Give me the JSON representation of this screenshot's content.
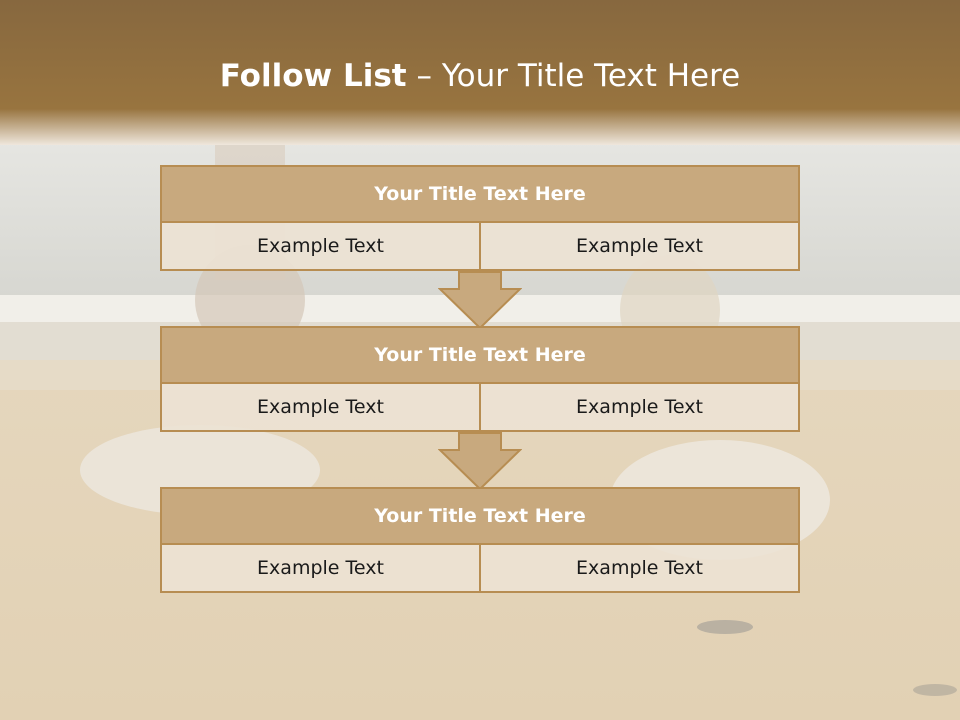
{
  "slide": {
    "title_bold": "Follow List",
    "title_rest": " – Your Title Text Here"
  },
  "colors": {
    "header_brown": "#8a6a40",
    "block_title": "#c8a97e",
    "block_border": "#b78d52",
    "cell_bg": "#ece2d4"
  },
  "blocks": [
    {
      "title": "Your Title Text Here",
      "cells": [
        "Example Text",
        "Example Text"
      ]
    },
    {
      "title": "Your Title Text Here",
      "cells": [
        "Example Text",
        "Example Text"
      ]
    },
    {
      "title": "Your Title Text Here",
      "cells": [
        "Example Text",
        "Example Text"
      ]
    }
  ]
}
